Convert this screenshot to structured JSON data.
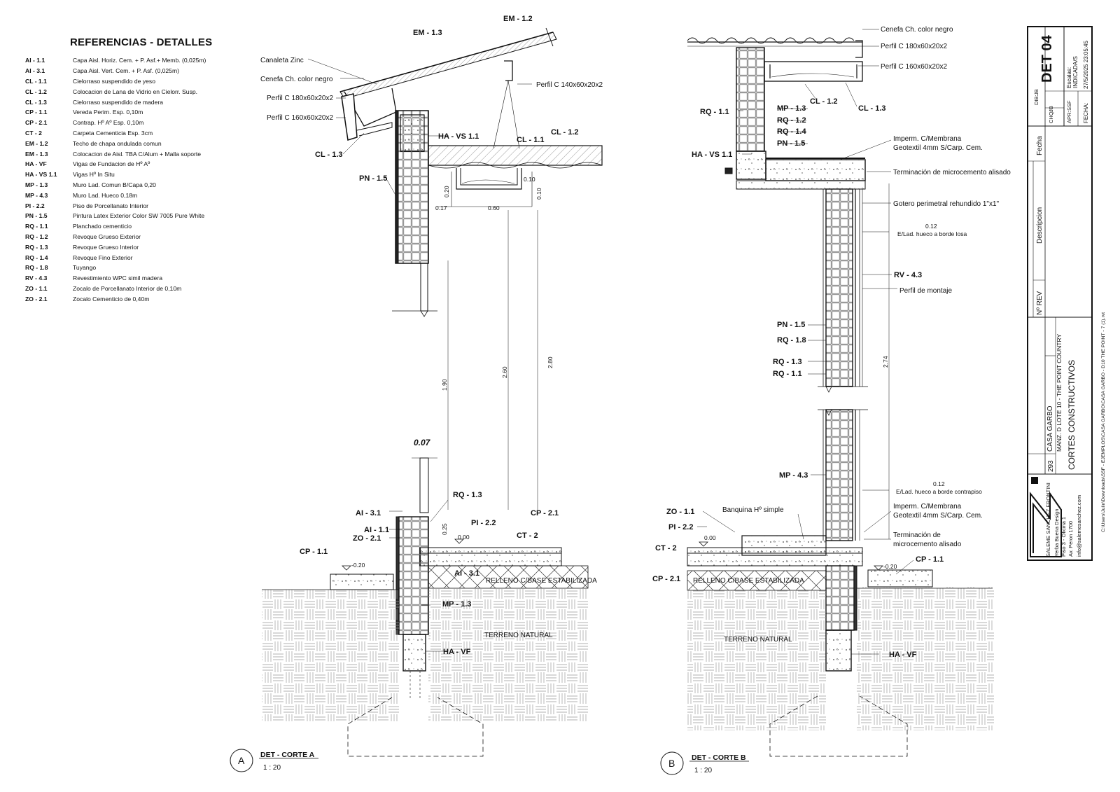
{
  "references": {
    "title": "REFERENCIAS - DETALLES",
    "items": [
      {
        "code": "AI - 1.1",
        "desc": "Capa Aisl. Horiz. Cem. + P. Asf.+ Memb. (0,025m)"
      },
      {
        "code": "AI - 3.1",
        "desc": "Capa Aisl. Vert. Cem. + P. Asf. (0,025m)"
      },
      {
        "code": "CL - 1.1",
        "desc": "Cielorraso suspendido de yeso"
      },
      {
        "code": "CL - 1.2",
        "desc": "Colocacion de Lana de Vidrio en Cielorr. Susp."
      },
      {
        "code": "CL - 1.3",
        "desc": "Cielorraso suspendido de madera"
      },
      {
        "code": "CP - 1.1",
        "desc": "Vereda Perim. Esp. 0,10m"
      },
      {
        "code": "CP - 2.1",
        "desc": "Contrap. Hº Aº Esp. 0,10m"
      },
      {
        "code": "CT - 2",
        "desc": "Carpeta Cementicia Esp. 3cm"
      },
      {
        "code": "EM - 1.2",
        "desc": "Techo de chapa ondulada comun"
      },
      {
        "code": "EM - 1.3",
        "desc": "Colocacion de Aisl. TBA C/Alum + Malla soporte"
      },
      {
        "code": "HA - VF",
        "desc": "Vigas de Fundacion de Hº Aº"
      },
      {
        "code": "HA - VS 1.1",
        "desc": "Vigas Hº In Situ"
      },
      {
        "code": "MP - 1.3",
        "desc": "Muro Lad. Comun B/Capa 0,20"
      },
      {
        "code": "MP - 4.3",
        "desc": "Muro Lad. Hueco 0,18m"
      },
      {
        "code": "PI - 2.2",
        "desc": "Piso de Porcellanato Interior"
      },
      {
        "code": "PN - 1.5",
        "desc": "Pintura Latex Exterior Color SW 7005 Pure White"
      },
      {
        "code": "RQ - 1.1",
        "desc": "Planchado cementicio"
      },
      {
        "code": "RQ - 1.2",
        "desc": "Revoque Grueso Exterior"
      },
      {
        "code": "RQ - 1.3",
        "desc": "Revoque Grueso Interior"
      },
      {
        "code": "RQ - 1.4",
        "desc": "Revoque Fino Exterior"
      },
      {
        "code": "RQ - 1.8",
        "desc": "Tuyango"
      },
      {
        "code": "RV - 4.3",
        "desc": "Revestimiento WPC simil madera"
      },
      {
        "code": "ZO - 1.1",
        "desc": "Zocalo de Porcellanato Interior de 0,10m"
      },
      {
        "code": "ZO - 2.1",
        "desc": "Zocalo Cementicio de 0,40m"
      }
    ]
  },
  "section_a": {
    "marker": "A",
    "title": "DET - CORTE A",
    "scale": "1 : 20",
    "labels": {
      "em13": "EM - 1.3",
      "em12": "EM - 1.2",
      "canaleta": "Canaleta Zinc",
      "cenefa": "Cenefa Ch. color negro",
      "perfil180": "Perfil C 180x60x20x2",
      "perfil160": "Perfil C 160x60x20x2",
      "perfil140": "Perfil C 140x60x20x2",
      "havs": "HA - VS 1.1",
      "cl11": "CL - 1.1",
      "cl12": "CL - 1.2",
      "cl13": "CL - 1.3",
      "pn15": "PN - 1.5",
      "rq13": "RQ - 1.3",
      "ai31_top": "AI - 3.1",
      "ai11": "AI - 1.1",
      "zo21": "ZO - 2.1",
      "pi22": "PI - 2.2",
      "cp21": "CP - 2.1",
      "ct2": "CT - 2",
      "cp11": "CP - 1.1",
      "ai31_bot": "AI - 3.1",
      "relleno": "RELLENO C/BASE ESTABILIZADA",
      "mp13": "MP - 1.3",
      "terreno": "TERRENO NATURAL",
      "havf": "HA - VF"
    },
    "dims": {
      "d020": "0.20",
      "d017": "0.17",
      "d060": "0.60",
      "d010a": "0.10",
      "d010b": "0.10",
      "d190": "1.90",
      "d260": "2.60",
      "d280": "2.80",
      "d007": "0.07",
      "d025": "0.25",
      "lvl000": "0.00",
      "lvl020": "-0.20"
    }
  },
  "section_b": {
    "marker": "B",
    "title": "DET - CORTE B",
    "scale": "1 : 20",
    "labels": {
      "cenefa": "Cenefa Ch. color negro",
      "perfil180": "Perfil C 180x60x20x2",
      "perfil160": "Perfil C 160x60x20x2",
      "cl12": "CL - 1.2",
      "cl13": "CL - 1.3",
      "rq11_top": "RQ - 1.1",
      "mp13": "MP - 1.3",
      "rq12": "RQ - 1.2",
      "rq14": "RQ - 1.4",
      "pn15_top": "PN - 1.5",
      "havs": "HA - VS 1.1",
      "imperm1": "Imperm. C/Membrana",
      "geotextil1": "Geotextil 4mm S/Carp. Cem.",
      "termin1": "Terminación de microcemento alisado",
      "gotero": "Gotero perimetral rehundido 1\"x1\"",
      "d012a": "0.12",
      "elad1": "E/Lad. hueco a borde losa",
      "rv43": "RV - 4.3",
      "perfil_montaje": "Perfil de montaje",
      "pn15_bot": "PN - 1.5",
      "rq18": "RQ - 1.8",
      "rq13": "RQ - 1.3",
      "rq11_bot": "RQ - 1.1",
      "d274": "2.74",
      "mp43": "MP - 4.3",
      "d012b": "0.12",
      "elad2": "E/Lad. hueco a borde contrapiso",
      "imperm2": "Imperm. C/Membrana",
      "geotextil2": "Geotextil 4mm S/Carp. Cem.",
      "termin2a": "Terminación de",
      "termin2b": "microcemento alisado",
      "zo11": "ZO - 1.1",
      "banquina": "Banquina Hº simple",
      "pi22": "PI - 2.2",
      "lvl000": "0.00",
      "ct2": "CT - 2",
      "cp21": "CP - 2.1",
      "lvl020": "-0.20",
      "cp11": "CP - 1.1",
      "relleno": "RELLENO C/BASE ESTABILIZADA",
      "terreno": "TERRENO NATURAL",
      "havf": "HA - VF"
    }
  },
  "title_block": {
    "det": "DET 04",
    "escalas_label": "Escalas:",
    "escalas_value": "INDICADA/S",
    "fecha_label": "FECHA:",
    "fecha_value": "27/5/2025 23:05:45",
    "dib_label": "DIB:",
    "dib_value": "JB",
    "chq_label": "CHQ:",
    "chq_value": "JB",
    "apr_label": "APR:",
    "apr_value": "SSF",
    "col_fecha": "Fecha",
    "col_desc": "Descripcion",
    "col_rev": "Nº REV",
    "number": "293",
    "project": "CASA GARBO",
    "lot": "MANZ. D LOTE 10 - THE POINT COUNTRY",
    "sheet_title": "CORTES CONSTRUCTIVOS",
    "firm": "SALEME SANCHEZ FRONTINI",
    "addr1": "Yerba Buena Design",
    "addr2": "Piso 3 - Oficina 1",
    "addr3": "Av. Peron 1700",
    "email": "info@salemesanchez.com",
    "filepath": "C:\\Users\\Julin\\Downloads\\SSF - EJEMPLOS\\CASA GARBO\\CASA GARBO - D10 THE POINT - 7 (1).rvt"
  }
}
